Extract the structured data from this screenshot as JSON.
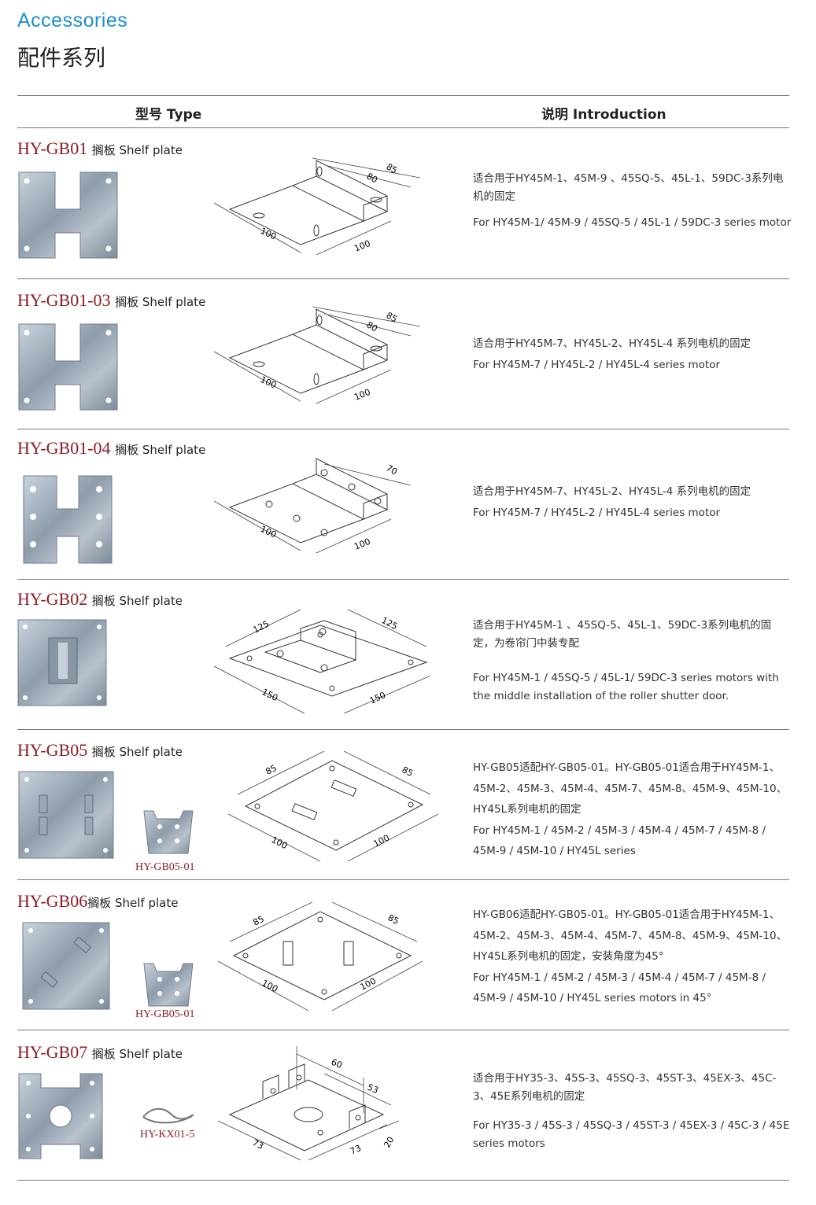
{
  "page": {
    "title_en": "Accessories",
    "title_cn": "配件系列",
    "col_type": "型号 Type",
    "col_intro": "说明 Introduction"
  },
  "colors": {
    "accent_blue": "#1d8fcf",
    "code_red": "#8c1d24"
  },
  "items": [
    {
      "code": "HY-GB01",
      "category": "搁板 Shelf plate",
      "dims": [
        "85",
        "80",
        "100",
        "100"
      ],
      "intro_cn": "适合用于HY45M-1、45M-9 、45SQ-5、45L-1、59DC-3系列电机的固定",
      "intro_en": "For HY45M-1/ 45M-9 / 45SQ-5 / 45L-1 / 59DC-3 series motor"
    },
    {
      "code": "HY-GB01-03",
      "category": "搁板 Shelf plate",
      "dims": [
        "85",
        "80",
        "100",
        "100"
      ],
      "intro_cn": "适合用于HY45M-7、HY45L-2、HY45L-4 系列电机的固定",
      "intro_en": "For HY45M-7 / HY45L-2 / HY45L-4 series motor"
    },
    {
      "code": "HY-GB01-04",
      "category": "搁板 Shelf plate",
      "dims": [
        "70",
        "100",
        "100"
      ],
      "intro_cn": "适合用于HY45M-7、HY45L-2、HY45L-4 系列电机的固定",
      "intro_en": "For HY45M-7 / HY45L-2 / HY45L-4 series motor"
    },
    {
      "code": "HY-GB02",
      "category": "搁板 Shelf plate",
      "dims": [
        "125",
        "125",
        "150",
        "150"
      ],
      "intro_cn": "适合用于HY45M-1 、45SQ-5、45L-1、59DC-3系列电机的固定，为卷帘门中装专配",
      "intro_en": "For HY45M-1 / 45SQ-5 / 45L-1/ 59DC-3 series motors with the middle installation of the roller shutter door."
    },
    {
      "code": "HY-GB05",
      "category": "搁板 Shelf plate",
      "sub_part": "HY-GB05-01",
      "dims": [
        "85",
        "85",
        "100",
        "100"
      ],
      "intro_cn": "HY-GB05适配HY-GB05-01。HY-GB05-01适合用于HY45M-1、45M-2、45M-3、45M-4、45M-7、45M-8、45M-9、45M-10、HY45L系列电机的固定",
      "intro_en": "For HY45M-1 / 45M-2 / 45M-3 / 45M-4 / 45M-7 / 45M-8 / 45M-9 / 45M-10 / HY45L series"
    },
    {
      "code": "HY-GB06",
      "category": "搁板 Shelf plate",
      "sub_part": "HY-GB05-01",
      "dims": [
        "85",
        "85",
        "100",
        "100"
      ],
      "intro_cn": "HY-GB06适配HY-GB05-01。HY-GB05-01适合用于HY45M-1、45M-2、45M-3、45M-4、45M-7、45M-8、45M-9、45M-10、HY45L系列电机的固定，安装角度为45°",
      "intro_en": "For HY45M-1 / 45M-2 / 45M-3 / 45M-4 / 45M-7 / 45M-8 / 45M-9 / 45M-10 / HY45L series motors in 45°"
    },
    {
      "code": "HY-GB07",
      "category": "搁板 Shelf plate",
      "sub_part": "HY-KX01-5",
      "dims": [
        "60",
        "53",
        "20",
        "73",
        "73"
      ],
      "intro_cn": "适合用于HY35-3、45S-3、45SQ-3、45ST-3、45EX-3、45C-3、45E系列电机的固定",
      "intro_en": "For HY35-3 / 45S-3 / 45SQ-3 / 45ST-3 / 45EX-3 / 45C-3 / 45E series motors"
    }
  ]
}
